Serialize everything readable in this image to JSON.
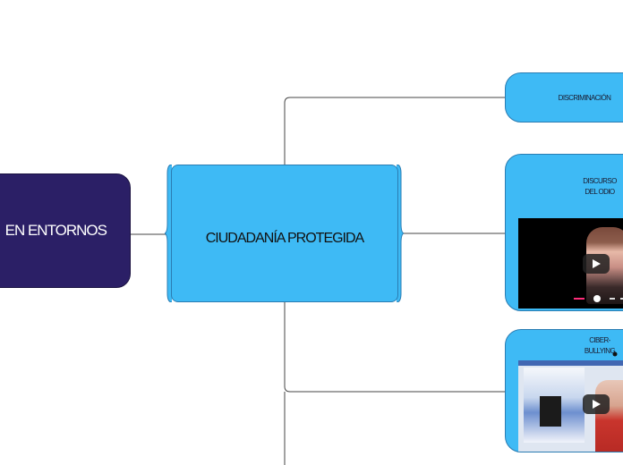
{
  "root": {
    "label": "EN ENTORNOS"
  },
  "main": {
    "label": "CIUDADANÍA PROTEGIDA"
  },
  "topics": [
    {
      "label": "DISCRIMINACIÓN"
    },
    {
      "label": "DISCURSO\nDEL ODIO",
      "media": "video-thumbnail"
    },
    {
      "label": "CIBER-\nBULLYING",
      "media": "video-thumbnail"
    }
  ],
  "colors": {
    "root_fill": "#2b1f66",
    "main_fill": "#3ebaf5",
    "topic_fill": "#3ebaf5",
    "connector": "#444444"
  },
  "icons": [
    "play-icon",
    "play-icon",
    "cursor-icon"
  ]
}
